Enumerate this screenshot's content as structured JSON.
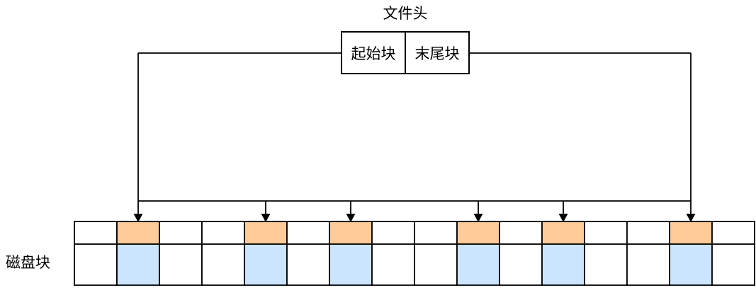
{
  "diagram": {
    "title": "文件头",
    "header_box": {
      "cells": [
        {
          "label": "起始块"
        },
        {
          "label": "末尾块"
        }
      ]
    },
    "grid_label": "磁盘块",
    "grid": {
      "columns": 16,
      "rows": 2,
      "allocated_columns": [
        1,
        4,
        6,
        9,
        11,
        14
      ],
      "arrow_count": 6,
      "colors": {
        "pointer_row_fill": "#FFCC99",
        "data_row_fill": "#CCE5FF",
        "empty_fill": "#FFFFFF",
        "stroke": "#000000",
        "background": "#FFFFFF"
      }
    }
  }
}
